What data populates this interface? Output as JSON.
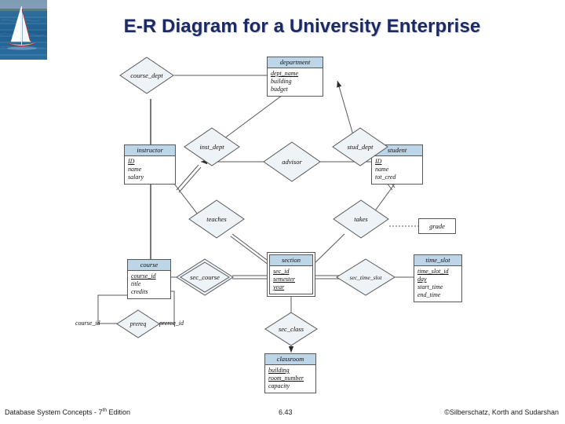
{
  "slide": {
    "title": "E-R Diagram for a University Enterprise",
    "title_color": "#1b2a63",
    "background_color": "#ffffff",
    "logo_name": "sailboat-photo"
  },
  "footer": {
    "left_text": "Database System Concepts - 7",
    "left_sup": "th",
    "left_suffix": " Edition",
    "page_number": "6.43",
    "copyright": "©Silberschatz, Korth and Sudarshan"
  },
  "diagram": {
    "palette": {
      "entity_header_fill": "#bcd6e8",
      "entity_body_fill": "#ffffff",
      "diamond_fill": "#eef3f8",
      "line_color": "#58585a",
      "text_color": "#101010"
    },
    "entities": [
      {
        "id": "department",
        "name": "department",
        "weak": false,
        "attributes": [
          {
            "label": "dept_name",
            "key": true
          },
          {
            "label": "building",
            "key": false
          },
          {
            "label": "budget",
            "key": false
          }
        ]
      },
      {
        "id": "instructor",
        "name": "instructor",
        "weak": false,
        "attributes": [
          {
            "label": "ID",
            "key": true
          },
          {
            "label": "name",
            "key": false
          },
          {
            "label": "salary",
            "key": false
          }
        ]
      },
      {
        "id": "student",
        "name": "student",
        "weak": false,
        "attributes": [
          {
            "label": "ID",
            "key": true
          },
          {
            "label": "name",
            "key": false
          },
          {
            "label": "tot_cred",
            "key": false
          }
        ]
      },
      {
        "id": "course",
        "name": "course",
        "weak": false,
        "attributes": [
          {
            "label": "course_id",
            "key": true
          },
          {
            "label": "title",
            "key": false
          },
          {
            "label": "credits",
            "key": false
          }
        ]
      },
      {
        "id": "section",
        "name": "section",
        "weak": true,
        "attributes": [
          {
            "label": "sec_id",
            "key": true
          },
          {
            "label": "semester",
            "key": true
          },
          {
            "label": "year",
            "key": true
          }
        ]
      },
      {
        "id": "time_slot",
        "name": "time_slot",
        "weak": false,
        "attributes": [
          {
            "label": "time_slot_id",
            "key": true
          },
          {
            "label": "day",
            "key": true
          },
          {
            "label": "start_time",
            "key": false
          },
          {
            "label": "end_time",
            "key": false
          }
        ]
      },
      {
        "id": "classroom",
        "name": "classroom",
        "weak": false,
        "attributes": [
          {
            "label": "building",
            "key": true
          },
          {
            "label": "room_number",
            "key": true
          },
          {
            "label": "capacity",
            "key": false
          }
        ]
      }
    ],
    "relationships": [
      {
        "id": "course_dept",
        "label": "course_dept",
        "identifying": false
      },
      {
        "id": "inst_dept",
        "label": "inst_dept",
        "identifying": false
      },
      {
        "id": "stud_dept",
        "label": "stud_dept",
        "identifying": false
      },
      {
        "id": "advisor",
        "label": "advisor",
        "identifying": false
      },
      {
        "id": "teaches",
        "label": "teaches",
        "identifying": false
      },
      {
        "id": "takes",
        "label": "takes",
        "identifying": false
      },
      {
        "id": "sec_course",
        "label": "sec_course",
        "identifying": true
      },
      {
        "id": "sec_time_slot",
        "label": "sec_time_slot",
        "identifying": false
      },
      {
        "id": "sec_class",
        "label": "sec_class",
        "identifying": false
      },
      {
        "id": "prereq",
        "label": "prereq",
        "identifying": false
      }
    ],
    "relationship_attributes": [
      {
        "id": "grade",
        "label": "grade",
        "owner": "takes"
      }
    ],
    "role_labels": [
      {
        "id": "prereq-role-course-id",
        "label": "course_id"
      },
      {
        "id": "prereq-role-prereq-id",
        "label": "prereq_id"
      }
    ]
  }
}
